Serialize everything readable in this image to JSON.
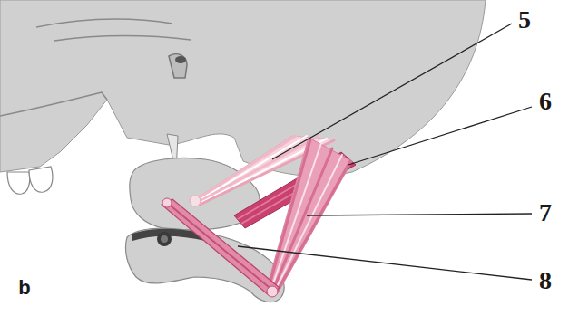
{
  "diagram": {
    "labels": [
      "5",
      "6",
      "7",
      "8",
      "b"
    ]
  }
}
